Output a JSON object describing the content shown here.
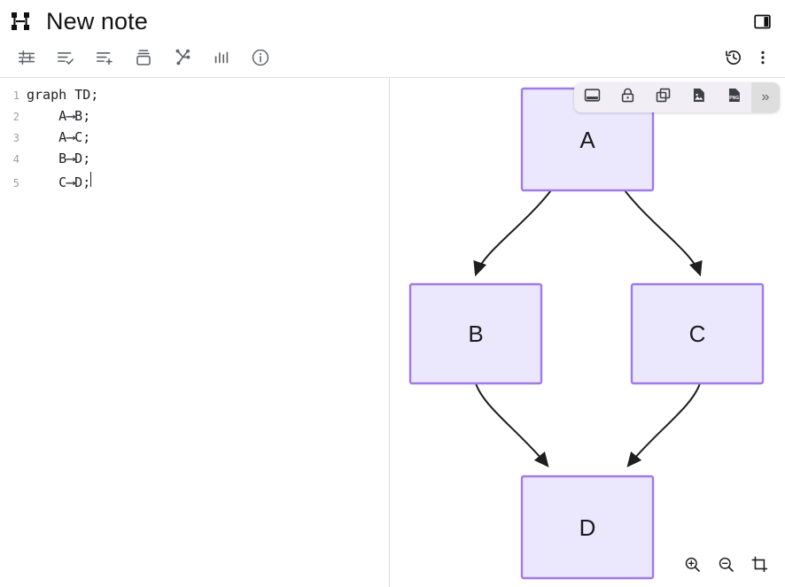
{
  "window": {
    "title": "New note",
    "logo_icon": "selection-frame-icon",
    "panel_toggle_icon": "right-panel-toggle-icon"
  },
  "toolbar": {
    "left_buttons": [
      {
        "name": "settings-sliders-button",
        "icon": "tune-sliders-icon",
        "label": ""
      },
      {
        "name": "checklist-button",
        "icon": "list-check-icon",
        "label": ""
      },
      {
        "name": "add-list-item-button",
        "icon": "list-plus-icon",
        "label": ""
      },
      {
        "name": "stack-layers-button",
        "icon": "layers-stack-icon",
        "label": ""
      },
      {
        "name": "graph-branch-button",
        "icon": "git-branch-icon",
        "label": ""
      },
      {
        "name": "chart-bars-button",
        "icon": "bar-chart-icon",
        "label": ""
      },
      {
        "name": "info-button",
        "icon": "info-circle-icon",
        "label": ""
      }
    ],
    "right_buttons": [
      {
        "name": "version-history-button",
        "icon": "history-clock-icon",
        "label": ""
      },
      {
        "name": "more-options-button",
        "icon": "kebab-menu-icon",
        "label": ""
      }
    ]
  },
  "editor": {
    "language": "mermaid",
    "lines": [
      {
        "number": "1",
        "text": "graph TD;"
      },
      {
        "number": "2",
        "text": "    A⟶B;"
      },
      {
        "number": "3",
        "text": "    A⟶C;"
      },
      {
        "number": "4",
        "text": "    B⟶D;"
      },
      {
        "number": "5",
        "text": "    C⟶D;"
      }
    ],
    "caret_line": 5
  },
  "preview_toolbar": {
    "buttons": [
      {
        "name": "fit-to-screen-button",
        "icon": "window-fit-icon"
      },
      {
        "name": "lock-button",
        "icon": "lock-closed-icon"
      },
      {
        "name": "copy-button",
        "icon": "copy-duplicate-icon"
      },
      {
        "name": "export-image-button",
        "icon": "image-file-icon"
      },
      {
        "name": "export-png-button",
        "icon": "png-file-icon"
      }
    ],
    "overflow_label": "»",
    "overflow_name": "more-tools-button"
  },
  "zoom_controls": [
    {
      "name": "zoom-in-button",
      "icon": "magnifier-plus-icon"
    },
    {
      "name": "zoom-out-button",
      "icon": "magnifier-minus-icon"
    },
    {
      "name": "crop-fit-button",
      "icon": "crop-icon"
    }
  ],
  "diagram": {
    "type": "flowchart",
    "direction": "TD",
    "node_fill": "#EBE7FD",
    "node_stroke": "#A07BE8",
    "edge_color": "#1f1f1f",
    "nodes": [
      {
        "id": "A",
        "label": "A"
      },
      {
        "id": "B",
        "label": "B"
      },
      {
        "id": "C",
        "label": "C"
      },
      {
        "id": "D",
        "label": "D"
      }
    ],
    "edges": [
      {
        "from": "A",
        "to": "B"
      },
      {
        "from": "A",
        "to": "C"
      },
      {
        "from": "B",
        "to": "D"
      },
      {
        "from": "C",
        "to": "D"
      }
    ]
  }
}
